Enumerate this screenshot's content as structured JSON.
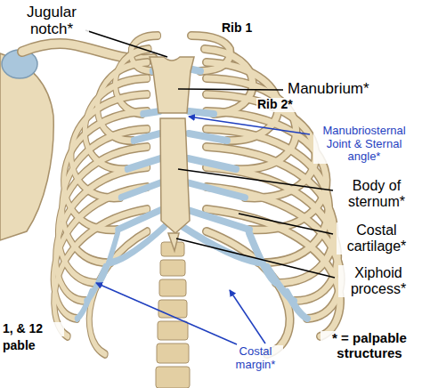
{
  "diagram": {
    "labels": [
      "Jugular notch*",
      "Rib 1",
      "Manubrium*",
      "Rib 2*",
      "Manubriosternal Joint & Sternal angle*",
      "Body of sternum*",
      "Costal cartilage*",
      "Xiphoid process*",
      "* = palpable structures",
      "Costal margin*",
      "1, & 12",
      "pable"
    ]
  }
}
